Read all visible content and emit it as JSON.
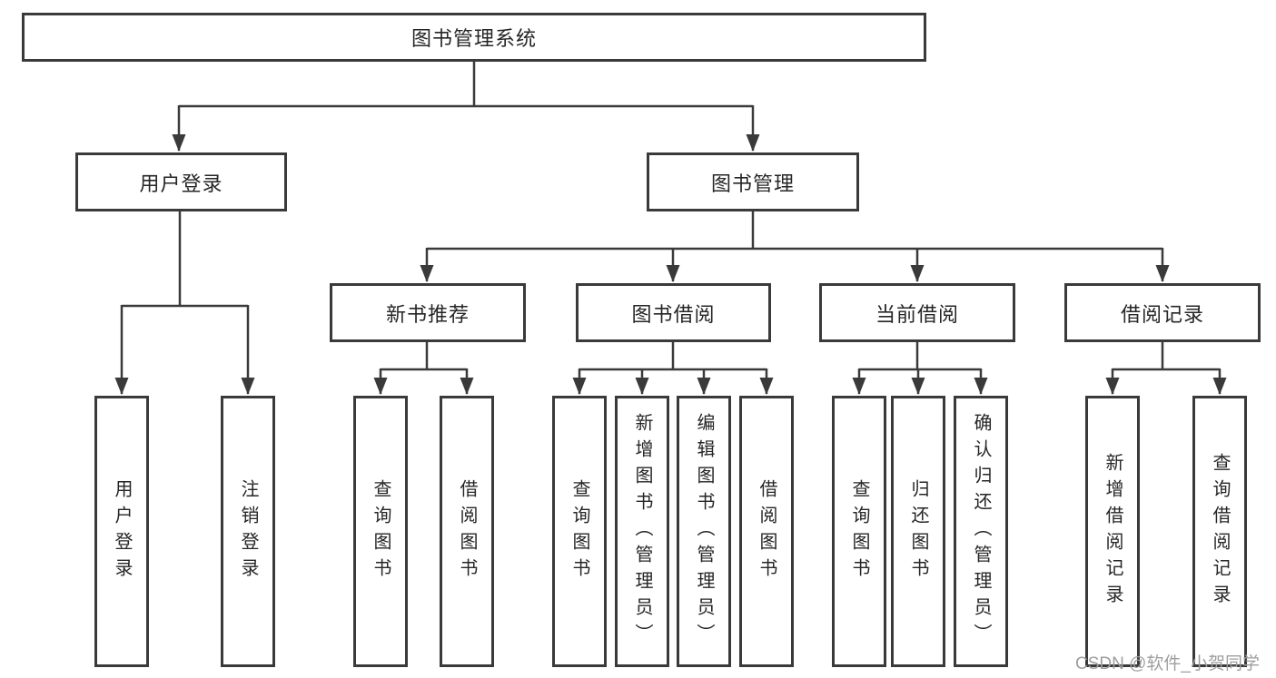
{
  "diagram": {
    "type": "function-structure-tree",
    "orientation": "top-down"
  },
  "colors": {
    "line": "#3a3a3a",
    "box_border": "#3a3a3a",
    "box_fill": "#ffffff",
    "text": "#262626",
    "background": "#ffffff",
    "watermark": "#9e9e9e"
  },
  "watermark": "CSDN @软件_小贺同学",
  "tree": {
    "root": {
      "label": "图书管理系统",
      "children": [
        {
          "label": "用户登录",
          "children": [
            {
              "label": "用户登录"
            },
            {
              "label": "注销登录"
            }
          ]
        },
        {
          "label": "图书管理",
          "children": [
            {
              "label": "新书推荐",
              "children": [
                {
                  "label": "查询图书"
                },
                {
                  "label": "借阅图书"
                }
              ]
            },
            {
              "label": "图书借阅",
              "children": [
                {
                  "label": "查询图书"
                },
                {
                  "label": "新增图书（管理员）"
                },
                {
                  "label": "编辑图书（管理员）"
                },
                {
                  "label": "借阅图书"
                }
              ]
            },
            {
              "label": "当前借阅",
              "children": [
                {
                  "label": "查询图书"
                },
                {
                  "label": "归还图书"
                },
                {
                  "label": "确认归还（管理员）"
                }
              ]
            },
            {
              "label": "借阅记录",
              "children": [
                {
                  "label": "新增借阅记录"
                },
                {
                  "label": "查询借阅记录"
                }
              ]
            }
          ]
        }
      ]
    }
  }
}
